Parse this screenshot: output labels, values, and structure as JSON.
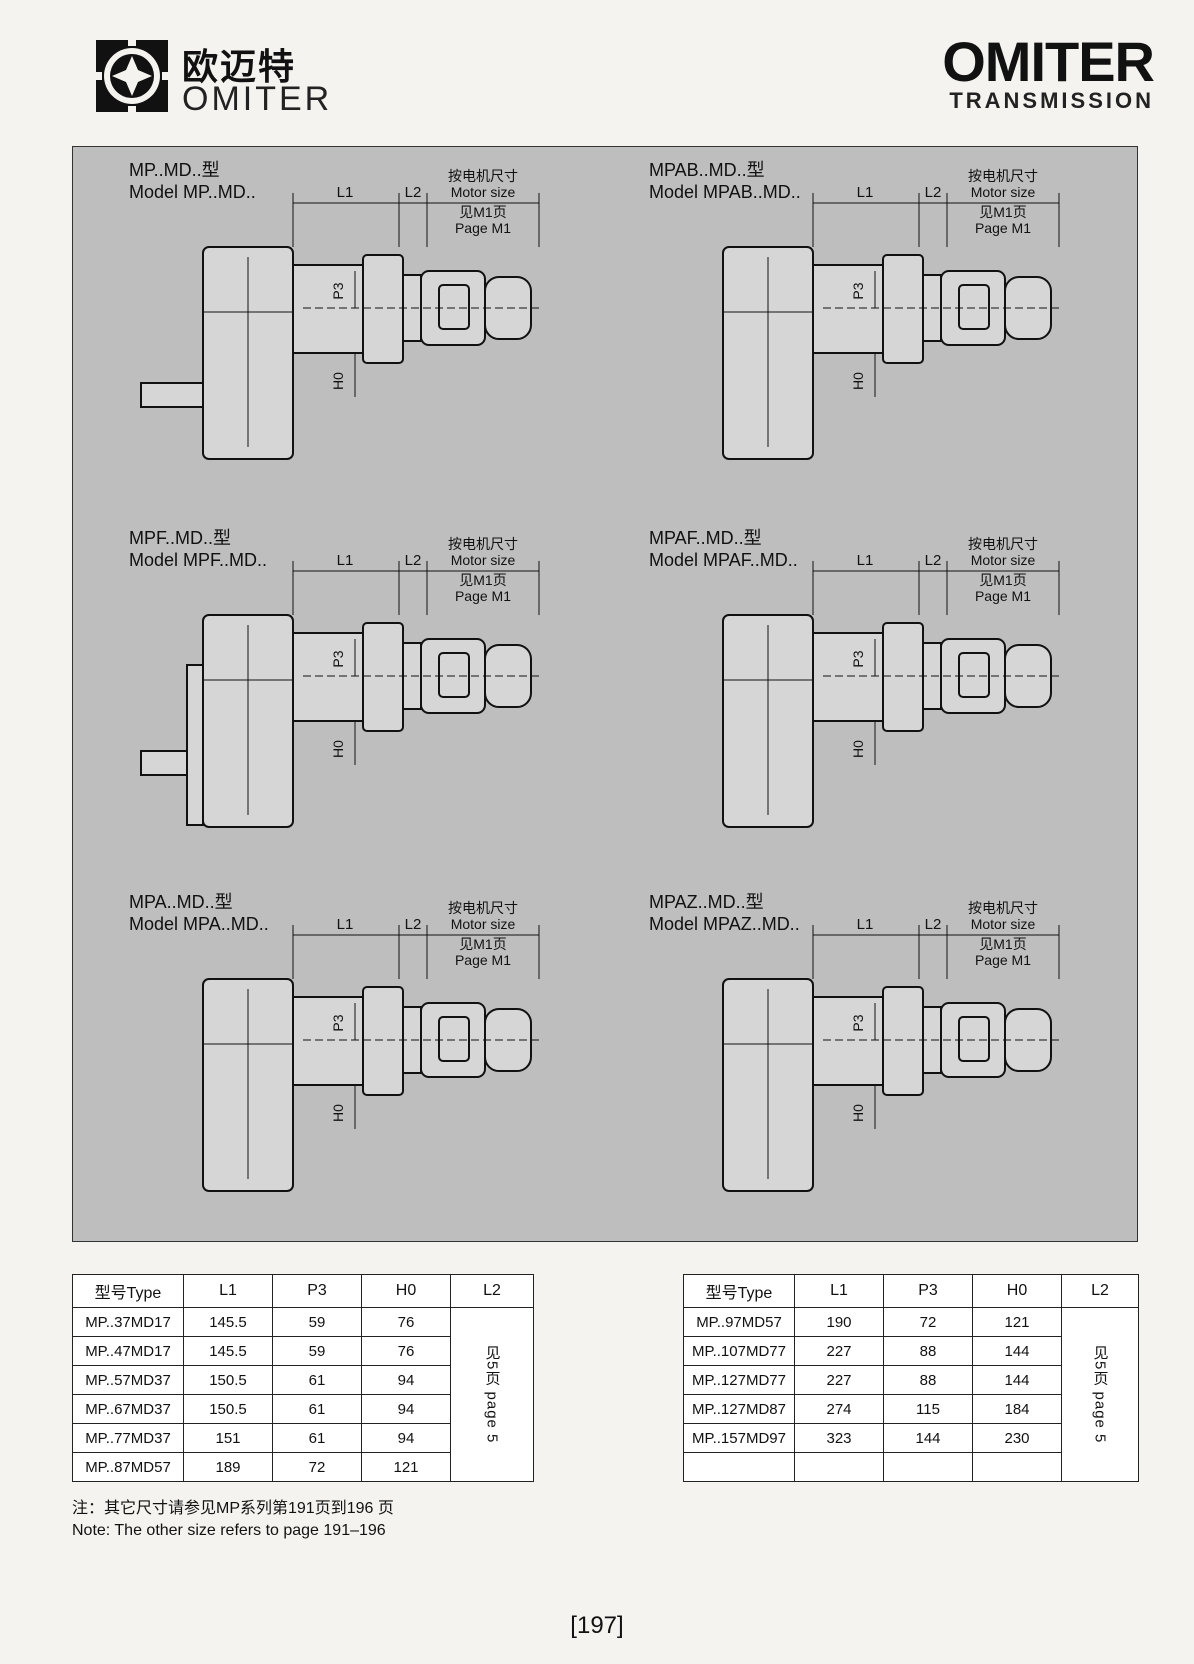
{
  "header": {
    "logo_cn": "欧迈特",
    "logo_en": "OMITER",
    "brand_name": "OMITER",
    "brand_sub": "TRANSMISSION"
  },
  "diagrams": [
    {
      "cn": "MP..MD..型",
      "en": "Model MP..MD.."
    },
    {
      "cn": "MPAB..MD..型",
      "en": "Model MPAB..MD.."
    },
    {
      "cn": "MPF..MD..型",
      "en": "Model MPF..MD.."
    },
    {
      "cn": "MPAF..MD..型",
      "en": "Model MPAF..MD.."
    },
    {
      "cn": "MPA..MD..型",
      "en": "Model MPA..MD.."
    },
    {
      "cn": "MPAZ..MD..型",
      "en": "Model MPAZ..MD.."
    }
  ],
  "dim_labels": {
    "l1": "L1",
    "l2": "L2",
    "p3": "P3",
    "h0": "H0",
    "motor_cn": "按电机尺寸",
    "motor_en": "Motor size",
    "page_cn": "见M1页",
    "page_en": "Page M1"
  },
  "table_headers": [
    "型号Type",
    "L1",
    "P3",
    "H0",
    "L2"
  ],
  "l2_note": "见5页 page 5",
  "table_left": [
    [
      "MP..37MD17",
      "145.5",
      "59",
      "76"
    ],
    [
      "MP..47MD17",
      "145.5",
      "59",
      "76"
    ],
    [
      "MP..57MD37",
      "150.5",
      "61",
      "94"
    ],
    [
      "MP..67MD37",
      "150.5",
      "61",
      "94"
    ],
    [
      "MP..77MD37",
      "151",
      "61",
      "94"
    ],
    [
      "MP..87MD57",
      "189",
      "72",
      "121"
    ]
  ],
  "table_right": [
    [
      "MP..97MD57",
      "190",
      "72",
      "121"
    ],
    [
      "MP..107MD77",
      "227",
      "88",
      "144"
    ],
    [
      "MP..127MD77",
      "227",
      "88",
      "144"
    ],
    [
      "MP..127MD87",
      "274",
      "115",
      "184"
    ],
    [
      "MP..157MD97",
      "323",
      "144",
      "230"
    ],
    [
      "",
      "",
      "",
      ""
    ]
  ],
  "notes": {
    "cn": "注：其它尺寸请参见MP系列第191页到196 页",
    "en": "Note: The other size refers to page 191–196"
  },
  "page_number": "[197]"
}
